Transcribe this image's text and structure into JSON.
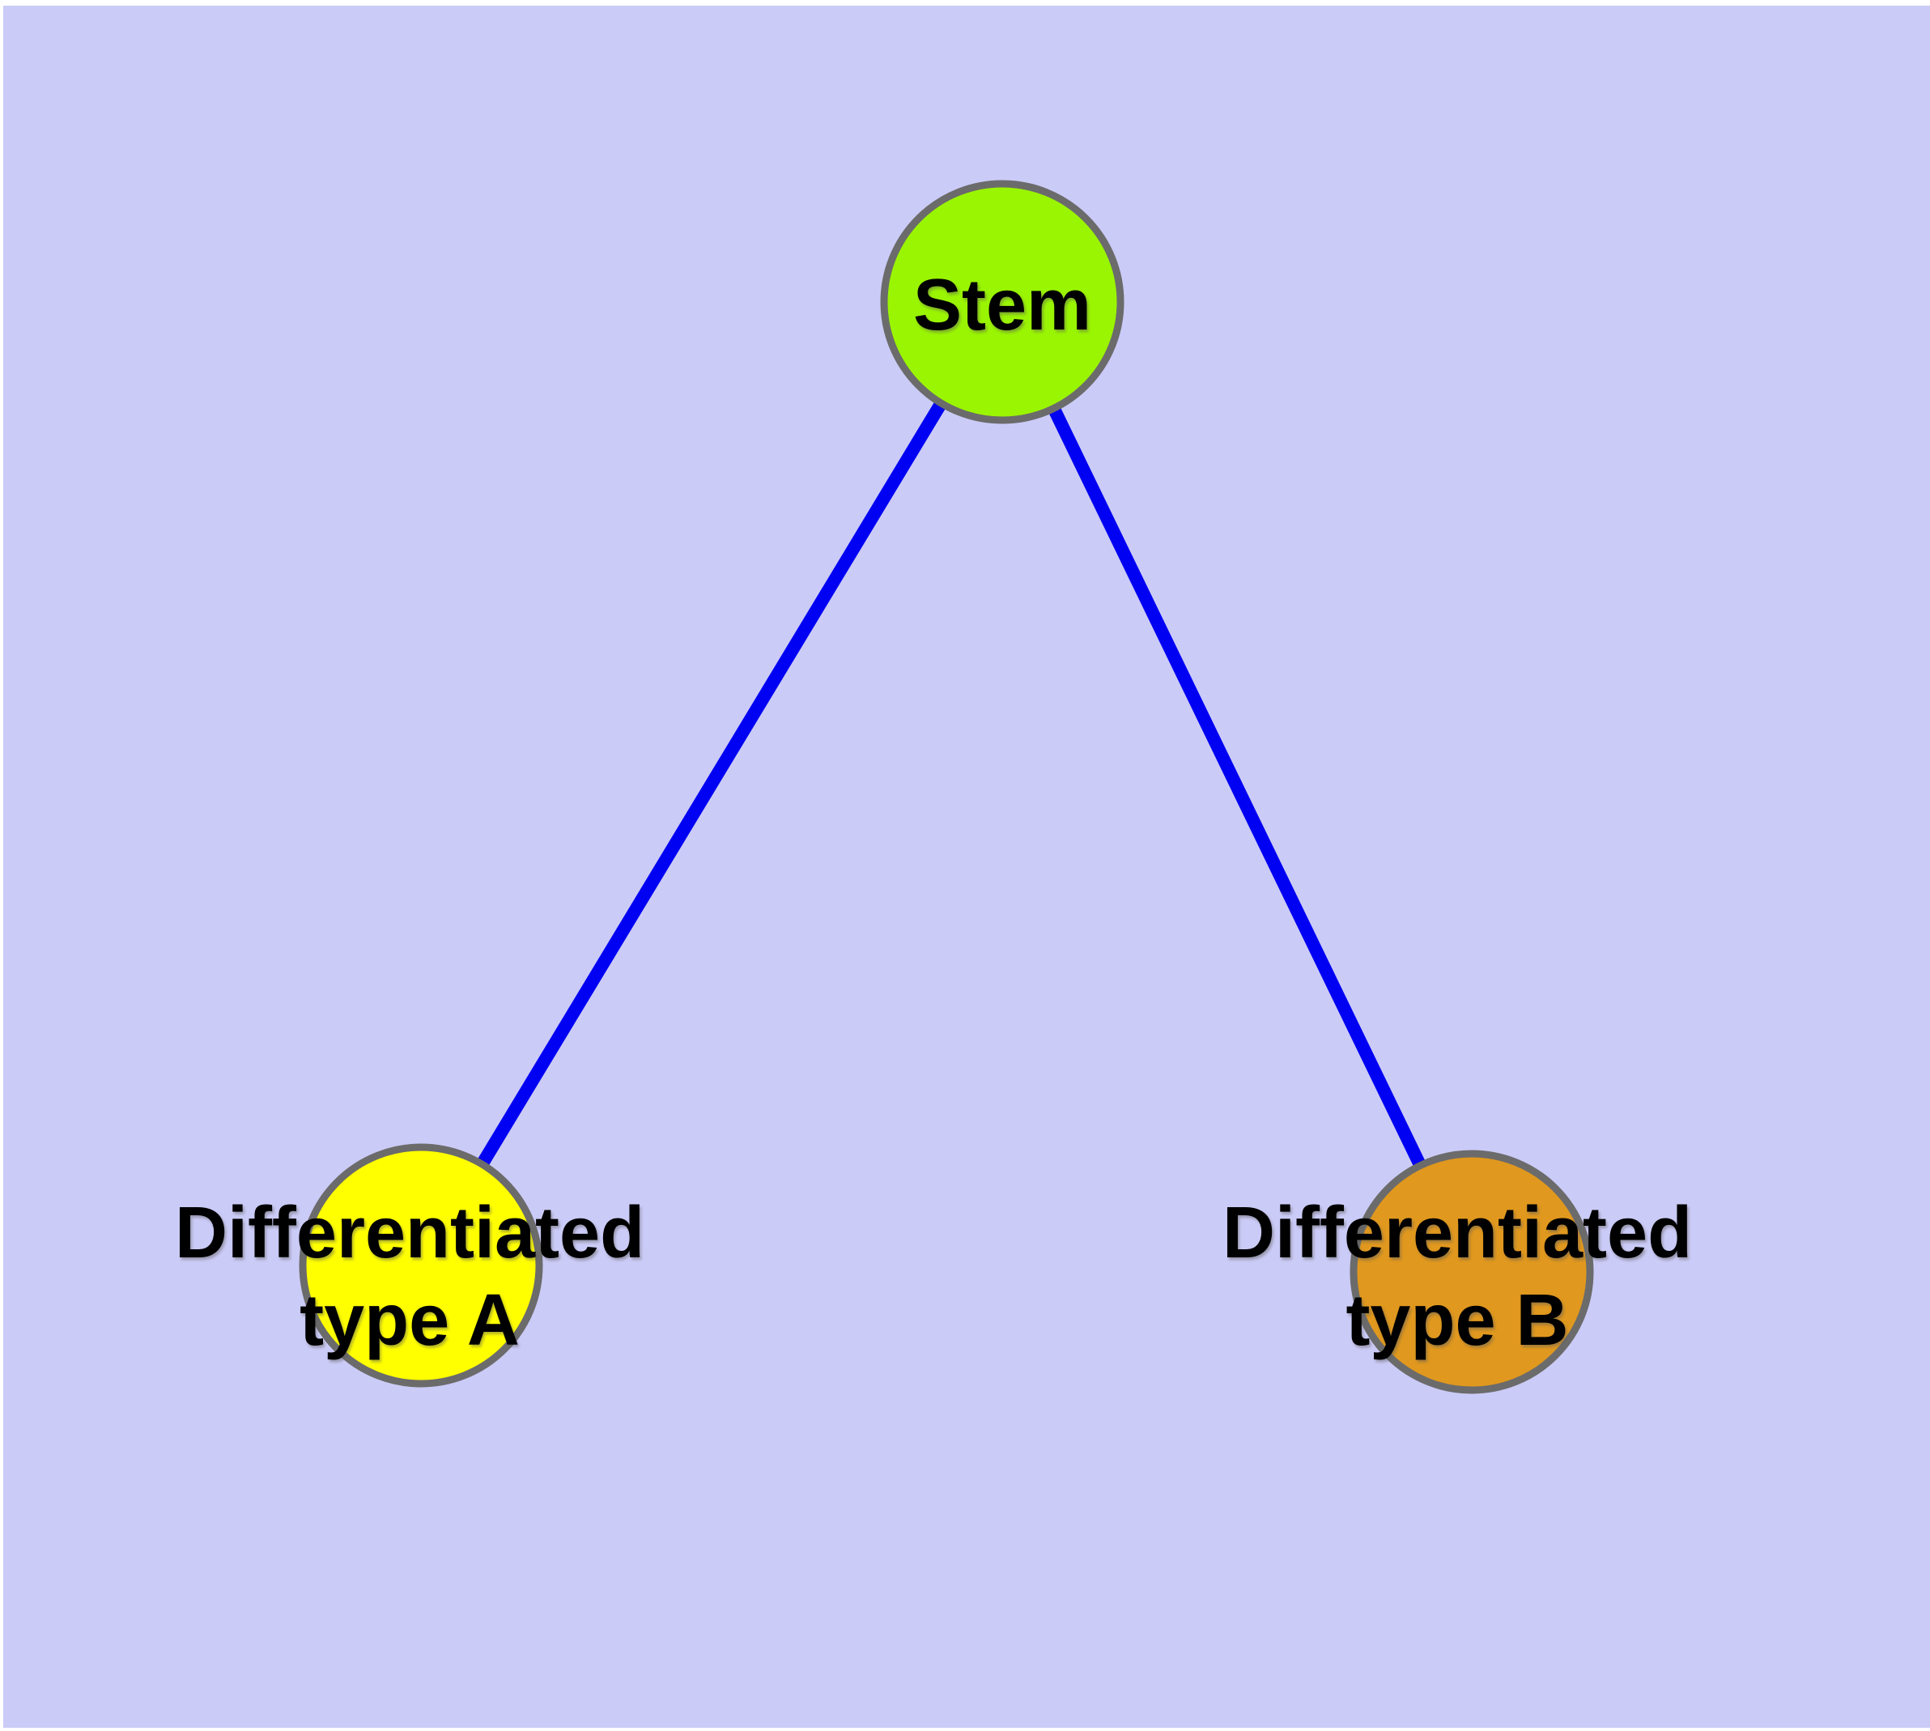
{
  "colors": {
    "page_bg": "#ffffff",
    "panel_bg": "#cbcbf7",
    "edge": "#0000f2",
    "node_stroke": "#6b6b6b",
    "label_text": "#000000"
  },
  "nodes": {
    "stem": {
      "label": "Stem",
      "fill": "#9af502"
    },
    "type_a": {
      "label": "Differentiated\ntype A",
      "fill": "#ffff00"
    },
    "type_b": {
      "label": "Differentiated\ntype B",
      "fill": "#e0981e"
    }
  },
  "edges": [
    {
      "from": "Stem",
      "to": "Differentiated type A"
    },
    {
      "from": "Stem",
      "to": "Differentiated type B"
    }
  ]
}
